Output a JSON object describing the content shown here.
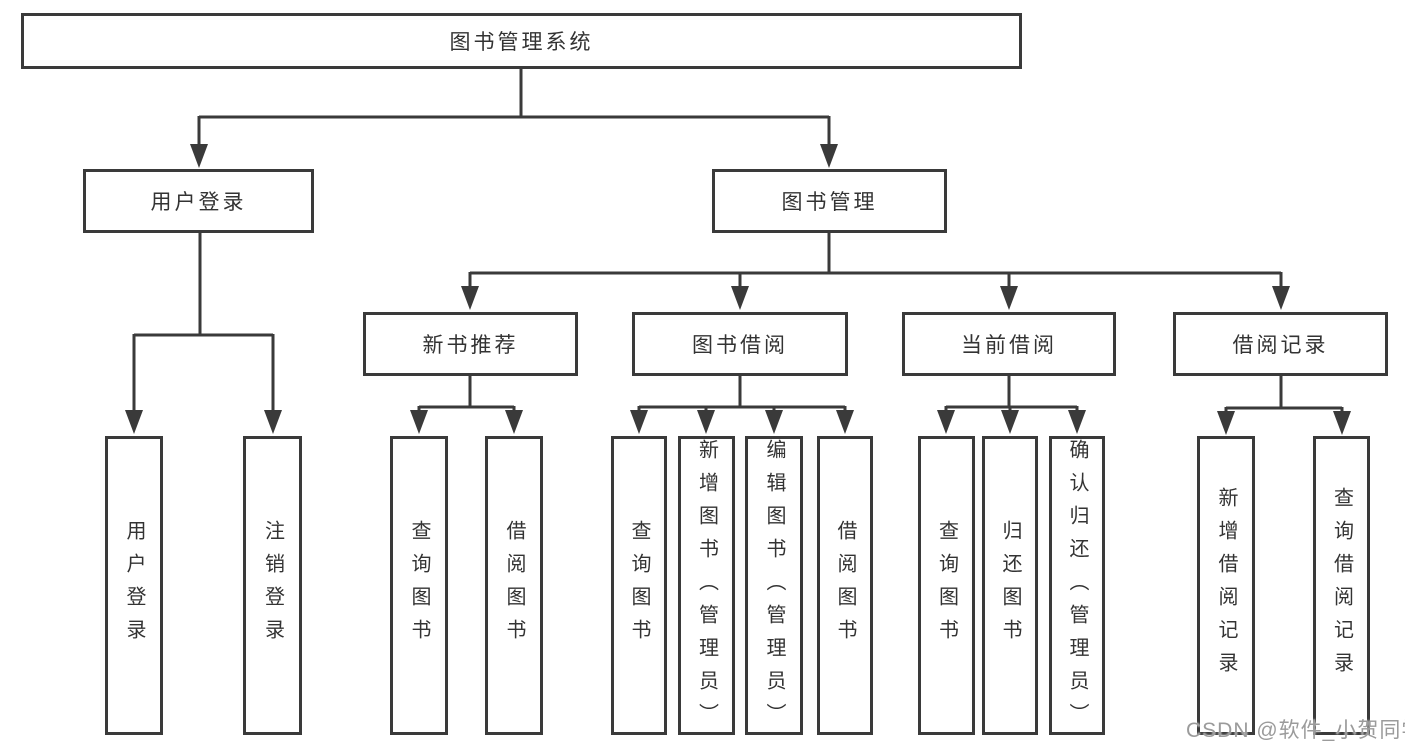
{
  "watermark": "CSDN @软件_小贺同学",
  "colors": {
    "line": "#3a3a3a",
    "text": "#333333",
    "watermark_text": "#9b9b9b",
    "background": "#ffffff"
  },
  "tree": {
    "root": {
      "label": "图书管理系统"
    },
    "branches": [
      {
        "label": "用户登录",
        "children": [
          {
            "label": "用户登录"
          },
          {
            "label": "注销登录"
          }
        ]
      },
      {
        "label": "图书管理",
        "children": [
          {
            "label": "新书推荐",
            "children": [
              {
                "label": "查询图书"
              },
              {
                "label": "借阅图书"
              }
            ]
          },
          {
            "label": "图书借阅",
            "children": [
              {
                "label": "查询图书"
              },
              {
                "label": "新增图书（管理员）"
              },
              {
                "label": "编辑图书（管理员）"
              },
              {
                "label": "借阅图书"
              }
            ]
          },
          {
            "label": "当前借阅",
            "children": [
              {
                "label": "查询图书"
              },
              {
                "label": "归还图书"
              },
              {
                "label": "确认归还（管理员）"
              }
            ]
          },
          {
            "label": "借阅记录",
            "children": [
              {
                "label": "新增借阅记录"
              },
              {
                "label": "查询借阅记录"
              }
            ]
          }
        ]
      }
    ]
  }
}
